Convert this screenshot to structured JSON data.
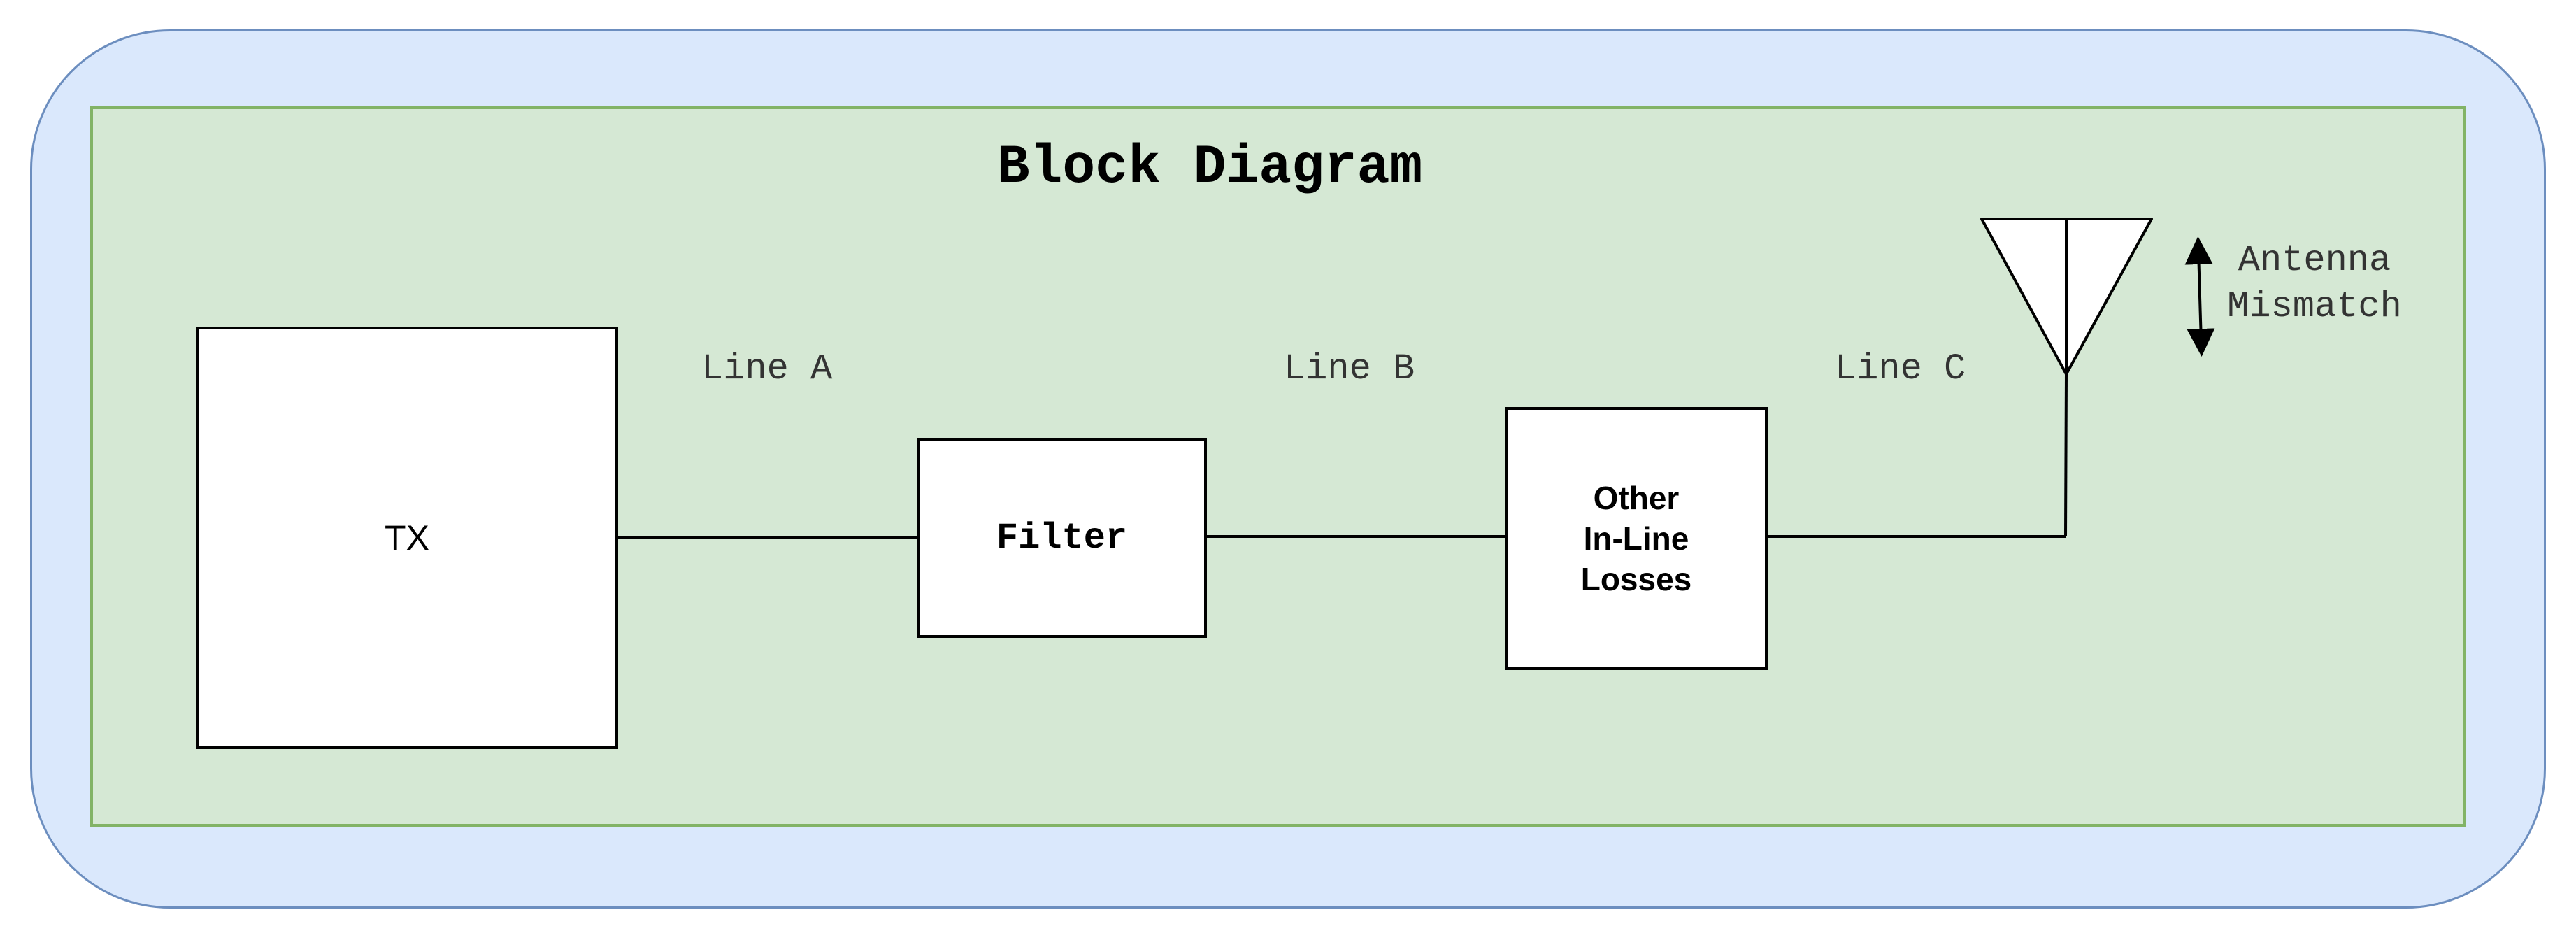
{
  "diagram": {
    "title": "Block Diagram",
    "blocks": {
      "tx": "TX",
      "filter": "Filter",
      "losses": [
        "Other",
        "In-Line",
        "Losses"
      ]
    },
    "lines": {
      "a": "Line A",
      "b": "Line B",
      "c": "Line C"
    },
    "antenna_mismatch": [
      "Antenna",
      "Mismatch"
    ]
  },
  "colors": {
    "outer_fill": "#dae8fc",
    "outer_stroke": "#6c8ebf",
    "inner_fill": "#d5e8d4",
    "inner_stroke": "#82b366",
    "label_text": "#333333"
  },
  "icons": {
    "antenna": "antenna-icon",
    "mismatch_arrow": "double-arrow-icon"
  }
}
